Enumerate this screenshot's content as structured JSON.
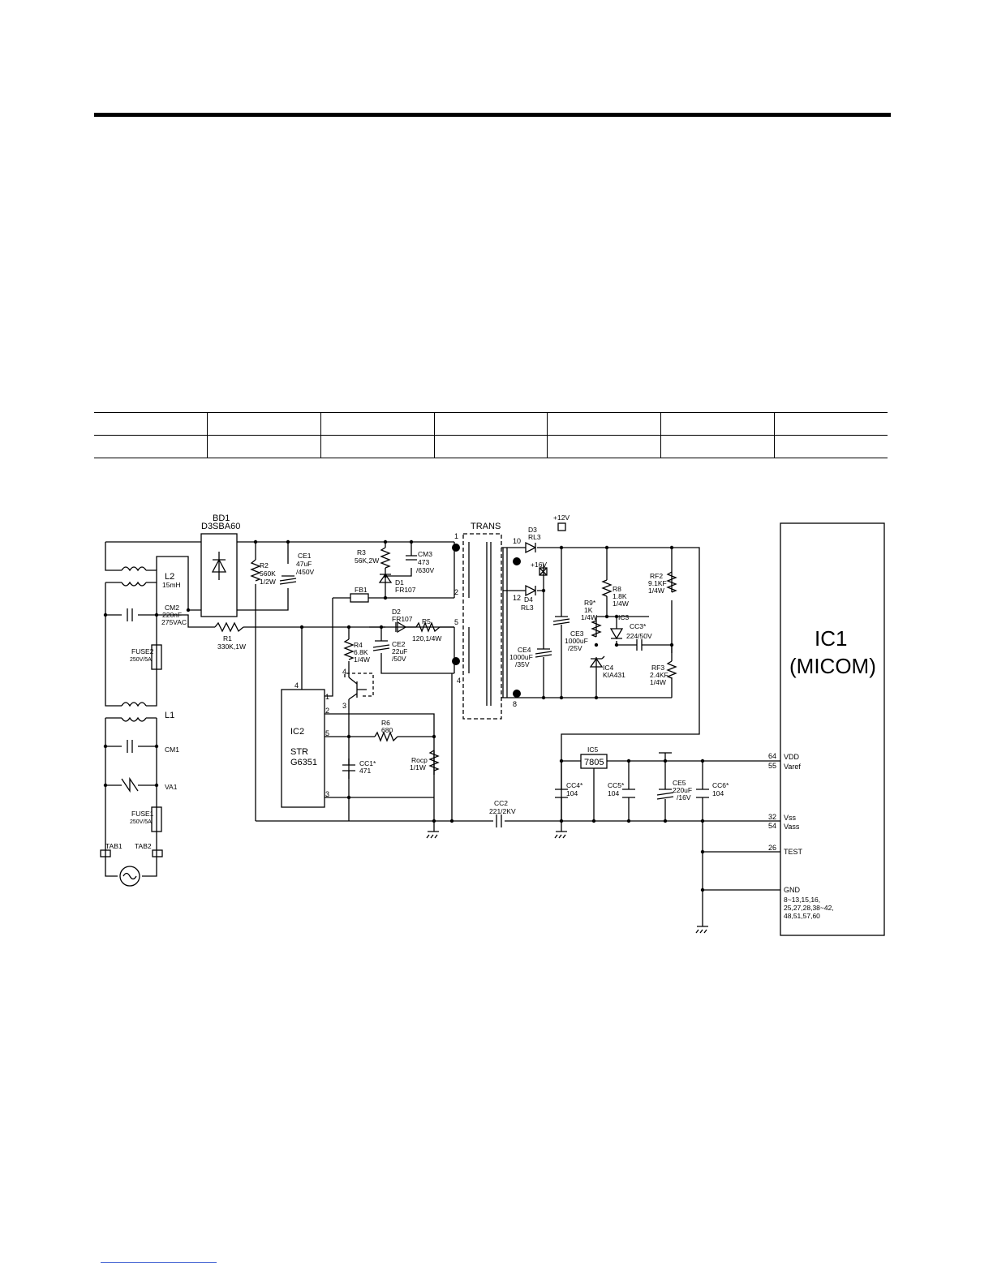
{
  "table": {
    "rows": [
      [
        "",
        "",
        "",
        "",
        "",
        "",
        ""
      ],
      [
        "",
        "",
        "",
        "",
        "",
        "",
        ""
      ]
    ]
  },
  "schematic": {
    "trans_title": "TRANS",
    "trans_pins": [
      "1",
      "2",
      "5",
      "4",
      "10",
      "12",
      "8"
    ],
    "bd1": {
      "ref": "BD1",
      "part": "D3SBA60"
    },
    "l2": {
      "ref": "L2",
      "value": "15mH"
    },
    "l1": {
      "ref": "L1"
    },
    "cm2": {
      "ref": "CM2",
      "value": "220nF",
      "rating": "275VAC"
    },
    "cm1": {
      "ref": "CM1"
    },
    "va1": {
      "ref": "VA1"
    },
    "fuse2": {
      "ref": "FUSE2",
      "value": "250V/5A"
    },
    "fuse1": {
      "ref": "FUSE1",
      "value": "250V/5A"
    },
    "tab1": "TAB1",
    "tab2": "TAB2",
    "r1": {
      "ref": "R1",
      "value": "330K,1W"
    },
    "r2": {
      "ref": "R2",
      "value": "560K",
      "rating": "1/2W"
    },
    "ce1": {
      "ref": "CE1",
      "value": "47uF",
      "rating": "/450V"
    },
    "r3": {
      "ref": "R3",
      "value": "56K,2W"
    },
    "cm3": {
      "ref": "CM3",
      "value": "473",
      "rating": "/630V"
    },
    "d1": {
      "ref": "D1",
      "part": "FR107"
    },
    "fb1": {
      "ref": "FB1"
    },
    "d2": {
      "ref": "D2",
      "part": "FR107"
    },
    "r5": {
      "ref": "R5",
      "value": "120,1/4W"
    },
    "r4": {
      "ref": "R4",
      "value": "6.8K",
      "rating": "1/4W"
    },
    "ce2": {
      "ref": "CE2",
      "value": "22uF",
      "rating": "/50V"
    },
    "ic2": {
      "ref": "IC2",
      "line1": "STR",
      "line2": "G6351",
      "pins": [
        "4",
        "1",
        "2",
        "5",
        "3"
      ]
    },
    "q_pins": [
      "4",
      "3"
    ],
    "r6": {
      "ref": "R6",
      "value": "680"
    },
    "cc1": {
      "ref": "CC1*",
      "value": "471"
    },
    "rocp": {
      "ref": "Rocp",
      "value": "1/1W"
    },
    "cc2": {
      "ref": "CC2",
      "value": "221/2KV"
    },
    "d3": {
      "ref": "D3",
      "part": "RL3"
    },
    "d4": {
      "ref": "D4",
      "part": "RL3"
    },
    "p12v": "+12V",
    "p16v": "+16V",
    "ce3": {
      "ref": "CE3",
      "value": "1000uF",
      "rating": "/25V"
    },
    "ce4": {
      "ref": "CE4",
      "value": "1000uF",
      "rating": "/35V"
    },
    "r8": {
      "ref": "R8",
      "value": "1.8K",
      "rating": "1/4W"
    },
    "r9": {
      "ref": "R9*",
      "value": "1K",
      "rating": "1/4W"
    },
    "ic3": {
      "ref": "IC3"
    },
    "cc3": {
      "ref": "CC3*",
      "value": "224/50V"
    },
    "ic4": {
      "ref": "IC4",
      "part": "KIA431"
    },
    "rf2": {
      "ref": "RF2",
      "value": "9.1KF",
      "rating": "1/4W"
    },
    "rf3": {
      "ref": "RF3",
      "value": "2.4KF",
      "rating": "1/4W"
    },
    "ic5": {
      "ref": "IC5",
      "part": "7805"
    },
    "cc4": {
      "ref": "CC4*",
      "value": "104"
    },
    "cc5": {
      "ref": "CC5*",
      "value": "104"
    },
    "ce5": {
      "ref": "CE5",
      "value": "220uF",
      "rating": "/16V"
    },
    "cc6": {
      "ref": "CC6*",
      "value": "104"
    },
    "ic1": {
      "ref": "IC1",
      "name": "(MICOM)",
      "pins": [
        {
          "num": "64",
          "name": "VDD"
        },
        {
          "num": "55",
          "name": "Varef"
        },
        {
          "num": "32",
          "name": "Vss"
        },
        {
          "num": "54",
          "name": "Vass"
        },
        {
          "num": "26",
          "name": "TEST"
        },
        {
          "num": "",
          "name": "GND"
        }
      ],
      "gnd_pins_1": "8~13,15,16,",
      "gnd_pins_2": "25,27,28,38~42,",
      "gnd_pins_3": "48,51,57,60"
    }
  }
}
